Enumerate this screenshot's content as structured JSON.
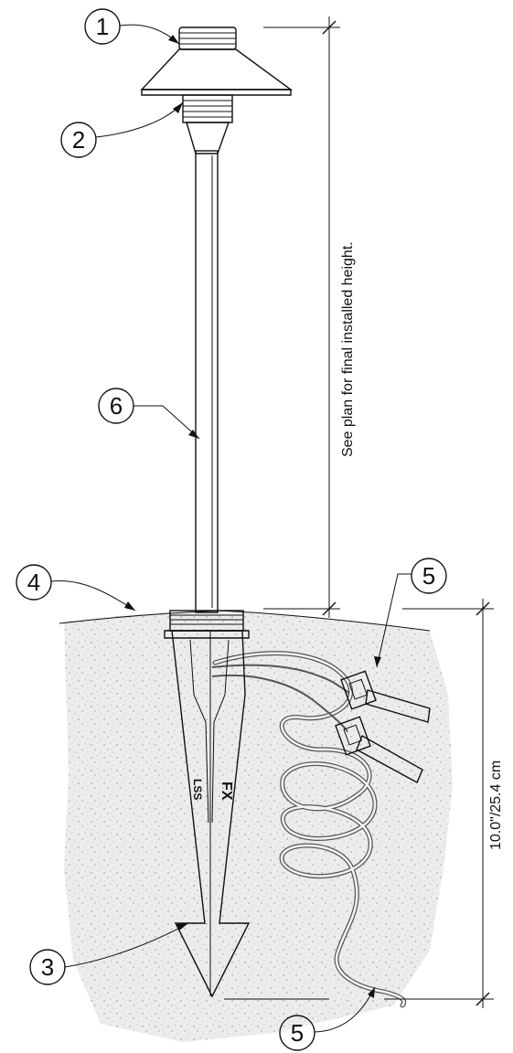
{
  "callouts": {
    "c1": "1",
    "c2": "2",
    "c3": "3",
    "c4": "4",
    "c5a": "5",
    "c5b": "5",
    "c6": "6"
  },
  "stake_marks": {
    "brand": "FX",
    "model": "LSS"
  },
  "dimensions": {
    "height_note": "See plan for final installed height.",
    "burial_depth": "10.0\"/25.4 cm"
  }
}
